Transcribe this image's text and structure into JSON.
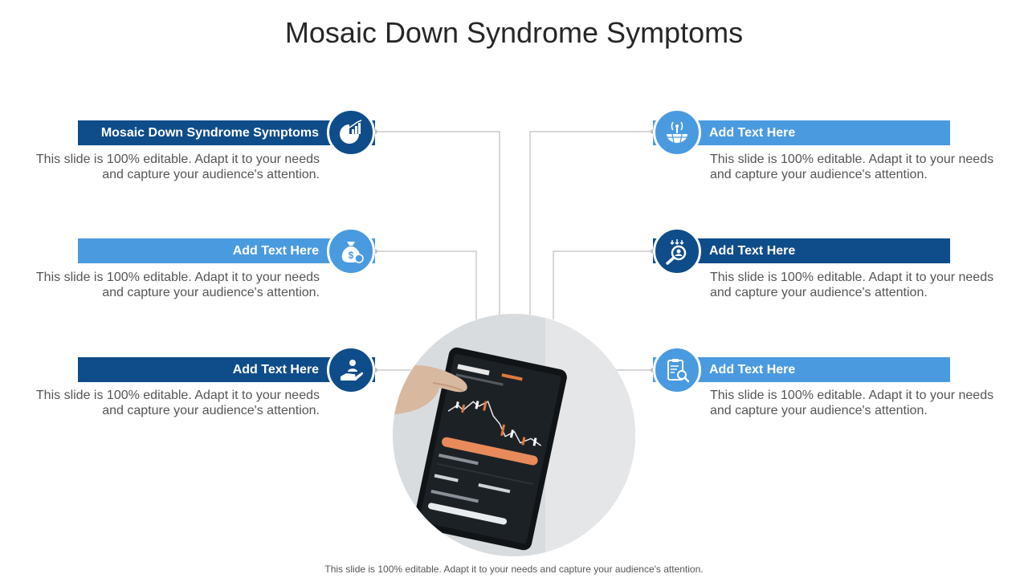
{
  "title": "Mosaic Down Syndrome Symptoms",
  "items": [
    {
      "heading": "Mosaic Down Syndrome Symptoms",
      "description": "This slide is 100% editable. Adapt it to your needs and capture your audience's attention.",
      "icon": "growth-chart-icon",
      "color": "#0f4c8a"
    },
    {
      "heading": "Add Text Here",
      "description": "This slide is 100% editable. Adapt it to your needs and capture your audience's attention.",
      "icon": "money-bag-icon",
      "color": "#4a9ae0"
    },
    {
      "heading": "Add Text Here",
      "description": "This slide is 100% editable. Adapt it to your needs and capture your audience's attention.",
      "icon": "hand-person-icon",
      "color": "#0f4c8a"
    },
    {
      "heading": "Add Text Here",
      "description": "This slide is 100% editable. Adapt it to your needs and capture your audience's attention.",
      "icon": "globe-signal-icon",
      "color": "#4a9ae0"
    },
    {
      "heading": "Add Text Here",
      "description": "This slide is 100% editable. Adapt it to your needs and capture your audience's attention.",
      "icon": "magnifier-person-icon",
      "color": "#0f4c8a"
    },
    {
      "heading": "Add Text Here",
      "description": "This slide is 100% editable. Adapt it to your needs and capture your audience's attention.",
      "icon": "clipboard-search-icon",
      "color": "#4a9ae0"
    }
  ],
  "photo": {
    "icon": "tablet-trading-chart-photo"
  },
  "footer": "This slide is 100% editable. Adapt it to your needs and capture your audience's attention."
}
